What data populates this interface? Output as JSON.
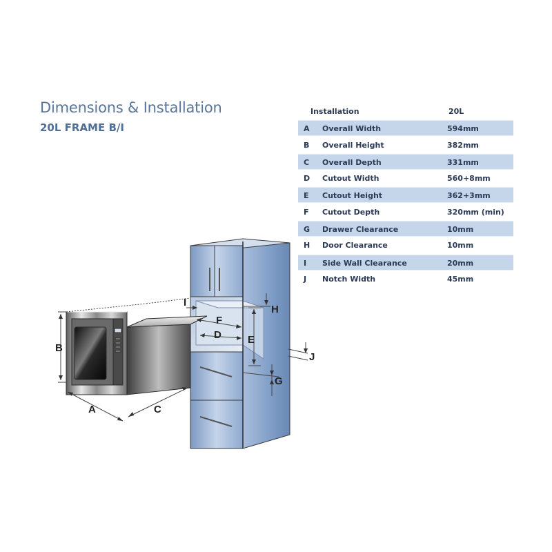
{
  "header": {
    "title": "Dimensions & Installation",
    "subtitle": "20L FRAME B/I"
  },
  "spec_table": {
    "header": {
      "label": "Installation",
      "value": "20L"
    },
    "rows": [
      {
        "letter": "A",
        "name": "Overall Width",
        "value": "594mm"
      },
      {
        "letter": "B",
        "name": "Overall Height",
        "value": "382mm"
      },
      {
        "letter": "C",
        "name": "Overall Depth",
        "value": "331mm"
      },
      {
        "letter": "D",
        "name": "Cutout Width",
        "value": "560+8mm"
      },
      {
        "letter": "E",
        "name": "Cutout Height",
        "value": "362+3mm"
      },
      {
        "letter": "F",
        "name": "Cutout Depth",
        "value": "320mm (min)"
      },
      {
        "letter": "G",
        "name": "Drawer Clearance",
        "value": "10mm"
      },
      {
        "letter": "H",
        "name": "Door Clearance",
        "value": "10mm"
      },
      {
        "letter": "I",
        "name": "Side Wall Clearance",
        "value": "20mm"
      },
      {
        "letter": "J",
        "name": "Notch Width",
        "value": "45mm"
      }
    ]
  },
  "diagram": {
    "labels": {
      "A": "A",
      "B": "B",
      "C": "C",
      "D": "D",
      "E": "E",
      "F": "F",
      "G": "G",
      "H": "H",
      "I": "I",
      "J": "J"
    }
  },
  "colors": {
    "title": "#5a7598",
    "subtitle": "#4f6f97",
    "row_shade": "#c6d6ea",
    "cabinet": "#9fb6d6"
  }
}
